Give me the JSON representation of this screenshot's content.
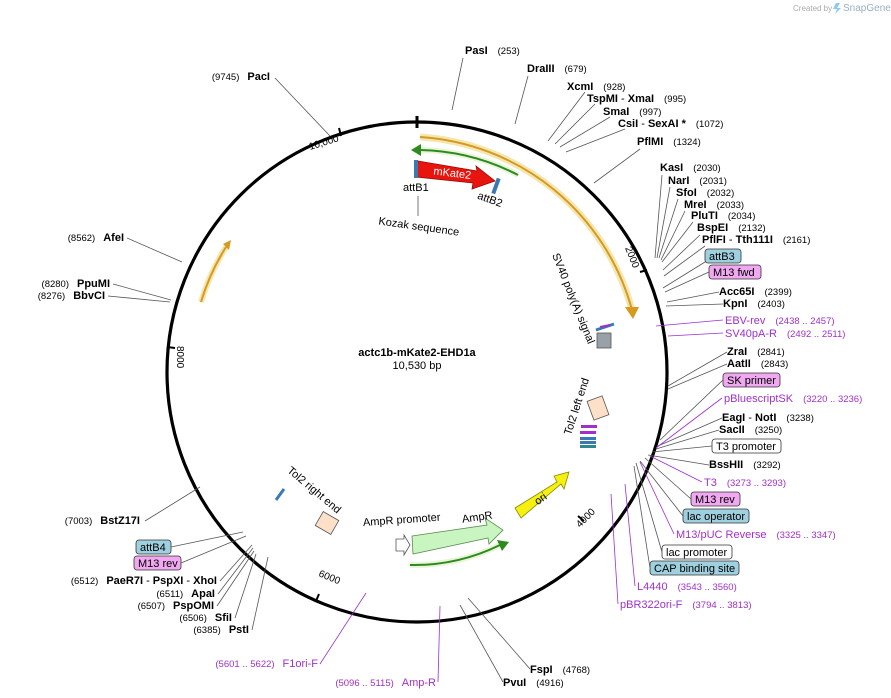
{
  "watermark": {
    "created_by": "Created by",
    "brand": "SnapGene"
  },
  "plasmid": {
    "name": "actc1b-mKate2-EHD1a",
    "size": "10,530 bp",
    "length": 10530
  },
  "ticks": [
    {
      "bp": 2000,
      "label": "2000"
    },
    {
      "bp": 4000,
      "label": "4000"
    },
    {
      "bp": 6000,
      "label": "6000"
    },
    {
      "bp": 8000,
      "label": "8000"
    },
    {
      "bp": 10000,
      "label": "10,000"
    }
  ],
  "enzymes_right": [
    {
      "name": "PasI",
      "pos": "(253)"
    },
    {
      "name": "DraIII",
      "pos": "(679)"
    },
    {
      "name": "XcmI",
      "pos": "(928)"
    },
    {
      "name": "TspMI",
      "name2": "XmaI",
      "pos": "(995)"
    },
    {
      "name": "SmaI",
      "pos": "(997)"
    },
    {
      "name": "CsiI",
      "name2": "SexAI *",
      "pos": "(1072)"
    },
    {
      "name": "PflMI",
      "pos": "(1324)"
    },
    {
      "name": "KasI",
      "pos": "(2030)"
    },
    {
      "name": "NarI",
      "pos": "(2031)"
    },
    {
      "name": "SfoI",
      "pos": "(2032)"
    },
    {
      "name": "MreI",
      "pos": "(2033)"
    },
    {
      "name": "PluTI",
      "pos": "(2034)"
    },
    {
      "name": "BspEI",
      "pos": "(2132)"
    },
    {
      "name": "PflFI",
      "name2": "Tth111I",
      "pos": "(2161)"
    },
    {
      "name": "Acc65I",
      "pos": "(2399)"
    },
    {
      "name": "KpnI",
      "pos": "(2403)"
    },
    {
      "name": "ZraI",
      "pos": "(2841)"
    },
    {
      "name": "AatII",
      "pos": "(2843)"
    },
    {
      "name": "EagI",
      "name2": "NotI",
      "pos": "(3238)"
    },
    {
      "name": "SacII",
      "pos": "(3250)"
    },
    {
      "name": "BssHII",
      "pos": "(3292)"
    },
    {
      "name": "FspI",
      "pos": "(4768)"
    },
    {
      "name": "PvuI",
      "pos": "(4916)"
    }
  ],
  "enzymes_left": [
    {
      "name": "PacI",
      "pos": "(9745)"
    },
    {
      "name": "AfeI",
      "pos": "(8562)"
    },
    {
      "name": "PpuMI",
      "pos": "(8280)"
    },
    {
      "name": "BbvCI",
      "pos": "(8276)"
    },
    {
      "name": "BstZ17I",
      "pos": "(7003)"
    },
    {
      "name": "PaeR7I",
      "name2": "PspXI",
      "name3": "XhoI",
      "pos": "(6512)"
    },
    {
      "name": "ApaI",
      "pos": "(6511)"
    },
    {
      "name": "PspOMI",
      "pos": "(6507)"
    },
    {
      "name": "SfiI",
      "pos": "(6506)"
    },
    {
      "name": "PstI",
      "pos": "(6385)"
    }
  ],
  "primers": [
    {
      "name": "EBV-rev",
      "pos": "(2438 .. 2457)"
    },
    {
      "name": "SV40pA-R",
      "pos": "(2492 .. 2511)"
    },
    {
      "name": "pBluescriptSK",
      "pos": "(3220 .. 3236)"
    },
    {
      "name": "T3",
      "pos": "(3273 .. 3293)"
    },
    {
      "name": "M13/pUC Reverse",
      "pos": "(3325 .. 3347)"
    },
    {
      "name": "L4440",
      "pos": "(3543 .. 3560)"
    },
    {
      "name": "pBR322ori-F",
      "pos": "(3794 .. 3813)"
    },
    {
      "name": "F1ori-F",
      "pos": "(5601 .. 5622)"
    },
    {
      "name": "Amp-R",
      "pos": "(5096 .. 5115)"
    }
  ],
  "boxed": {
    "attB3": "attB3",
    "m13fwd": "M13 fwd",
    "skprimer": "SK primer",
    "t3prom": "T3 promoter",
    "m13rev_r": "M13 rev",
    "lacop": "lac operator",
    "lacprom": "lac promoter",
    "cap": "CAP binding site",
    "attB4": "attB4",
    "m13rev_l": "M13 rev"
  },
  "features": {
    "mkate2": "mKate2",
    "attB1": "attB1",
    "attB2": "attB2",
    "kozak": "Kozak sequence",
    "sv40": "SV40 poly(A) signal",
    "tol2left": "Tol2 left end",
    "tol2right": "Tol2 right end",
    "ampr_prom": "AmpR promoter",
    "ampr": "AmpR",
    "ori": "ori"
  },
  "colors": {
    "mkate2": "#e8140e",
    "ampr": "#c8f5c0",
    "ori": "#f5f010",
    "orange_arc": "#d59a1e",
    "green_arc": "#2d8a1e",
    "primer": "#a030c8",
    "boxed_blue": "#9fd0df",
    "boxed_pink": "#f0a8f0"
  }
}
